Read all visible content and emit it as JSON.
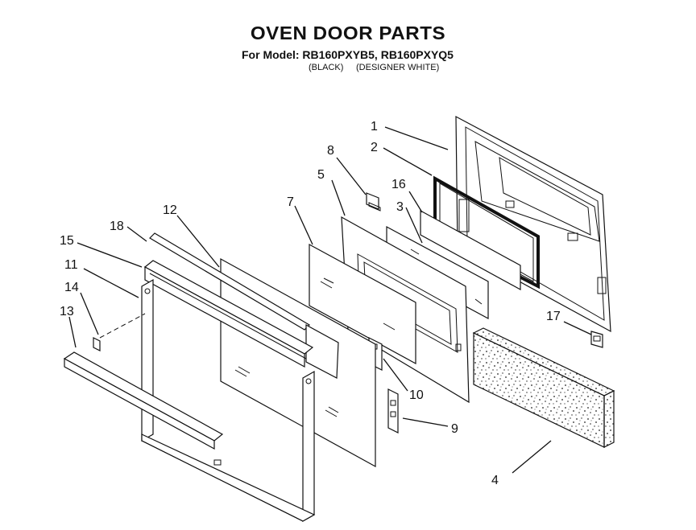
{
  "header": {
    "title": "OVEN DOOR PARTS",
    "model_line": "For Model: RB160PXYB5, RB160PXYQ5",
    "variant_black": "(BLACK)",
    "variant_white": "(DESIGNER WHITE)"
  },
  "callouts": [
    "1",
    "2",
    "3",
    "4",
    "5",
    "7",
    "8",
    "9",
    "10",
    "11",
    "12",
    "13",
    "14",
    "15",
    "16",
    "17",
    "18"
  ]
}
